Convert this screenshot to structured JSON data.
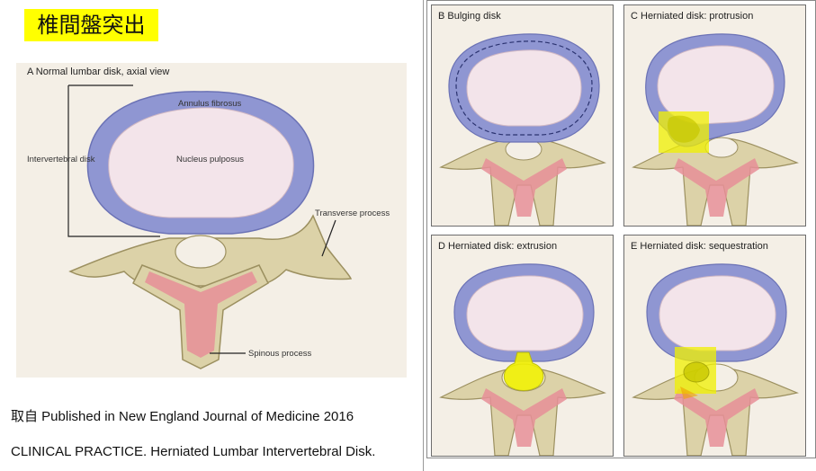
{
  "title": "椎間盤突出",
  "panel_a": {
    "label": "A  Normal lumbar disk, axial view",
    "annulus": "Annulus fibrosus",
    "nucleus": "Nucleus pulposus",
    "intervertebral": "Intervertebral disk",
    "transverse": "Transverse process",
    "spinous": "Spinous process"
  },
  "panels": {
    "b": "B  Bulging disk",
    "c": "C  Herniated disk: protrusion",
    "d": "D  Herniated disk: extrusion",
    "e": "E  Herniated disk: sequestration"
  },
  "credit_line1": "取自 Published in New England Journal of Medicine 2016",
  "credit_line2": "CLINICAL PRACTICE. Herniated Lumbar Intervertebral Disk.",
  "colors": {
    "annulus": "#8f96d2",
    "nucleus": "#f3e4ea",
    "bone": "#dcd2a8",
    "marrow": "#e68f98",
    "highlight": "#f0f000"
  }
}
